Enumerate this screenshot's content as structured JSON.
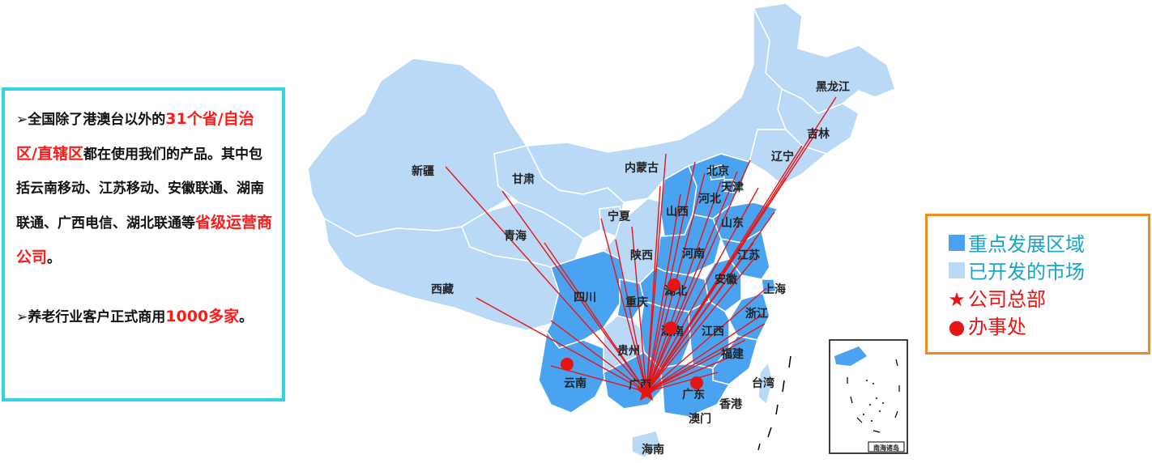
{
  "info": {
    "p1_a": "➢全国除了港澳台以外的",
    "p1_hl1": "31个省/自治区/直辖区",
    "p1_b": "都在使用我们的产品。其中包括云南移动、江苏移动、安徽联通、湖南联通、广西电信、湖北联通等",
    "p1_hl2": "省级运营商公司",
    "p1_c": "。",
    "p2_a": "➢养老行业客户正式商用",
    "p2_hl": "1000多家",
    "p2_c": "。"
  },
  "legend": {
    "items": [
      {
        "symbol": "square",
        "color": "#4aa3f0",
        "label": "重点发展区域"
      },
      {
        "symbol": "square",
        "color": "#b9d9f7",
        "label": "已开发的市场"
      },
      {
        "symbol": "star",
        "color": "#e81414",
        "label": "公司总部"
      },
      {
        "symbol": "dot",
        "color": "#e81414",
        "label": "办事处"
      }
    ]
  },
  "colors": {
    "key_region": "#4aa3f0",
    "developed_market": "#b9d9f7",
    "border": "#ffffff",
    "route": "#e81414"
  },
  "map": {
    "provinces": [
      {
        "name": "黑龙江"
      },
      {
        "name": "吉林"
      },
      {
        "name": "辽宁"
      },
      {
        "name": "内蒙古"
      },
      {
        "name": "新疆"
      },
      {
        "name": "甘肃"
      },
      {
        "name": "北京"
      },
      {
        "name": "天津"
      },
      {
        "name": "河北"
      },
      {
        "name": "宁夏"
      },
      {
        "name": "山西"
      },
      {
        "name": "山东"
      },
      {
        "name": "青海"
      },
      {
        "name": "陕西"
      },
      {
        "name": "河南"
      },
      {
        "name": "江苏"
      },
      {
        "name": "西藏"
      },
      {
        "name": "四川"
      },
      {
        "name": "湖北"
      },
      {
        "name": "安徽"
      },
      {
        "name": "上海"
      },
      {
        "name": "重庆"
      },
      {
        "name": "浙江"
      },
      {
        "name": "湖南"
      },
      {
        "name": "江西"
      },
      {
        "name": "贵州"
      },
      {
        "name": "福建"
      },
      {
        "name": "云南"
      },
      {
        "name": "广西"
      },
      {
        "name": "广东"
      },
      {
        "name": "台湾"
      },
      {
        "name": "香港"
      },
      {
        "name": "澳门"
      },
      {
        "name": "海南"
      }
    ],
    "inset_label": "南海诸岛"
  }
}
